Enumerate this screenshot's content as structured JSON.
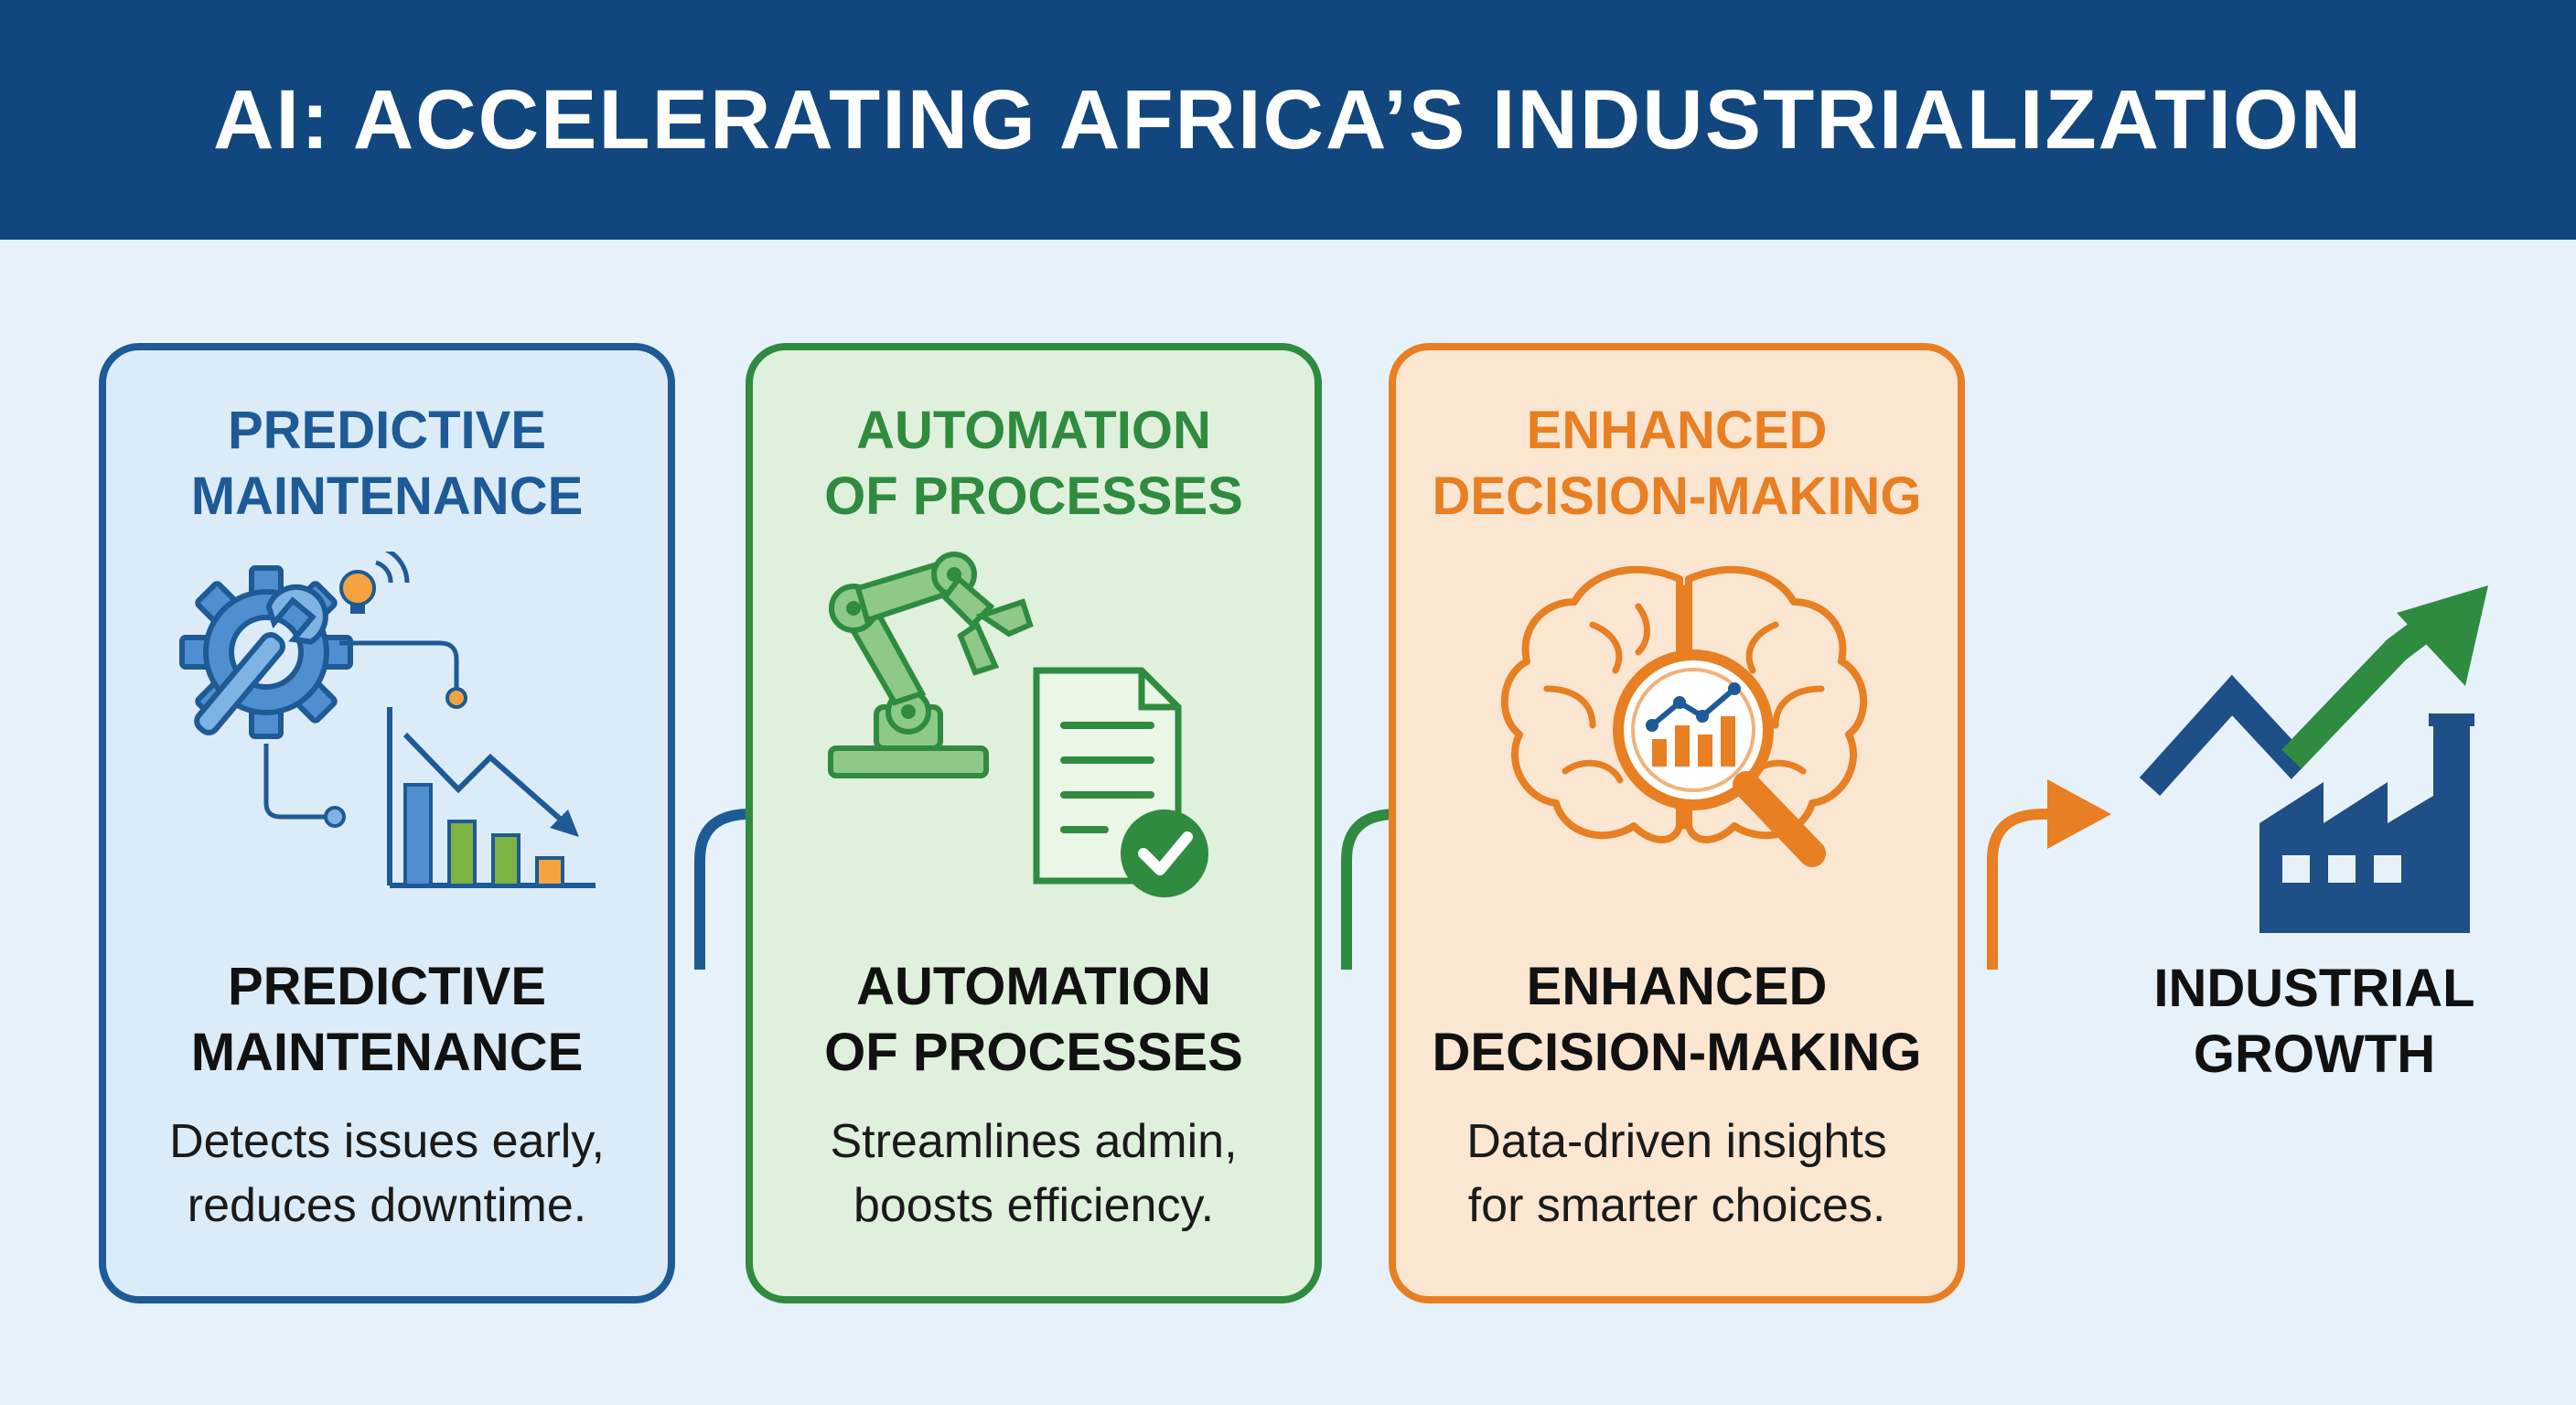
{
  "header": {
    "title": "AI: ACCELERATING AFRICA’S INDUSTRIALIZATION"
  },
  "cards": [
    {
      "title": "PREDICTIVE\nMAINTENANCE",
      "heading": "PREDICTIVE\nMAINTENANCE",
      "description": "Detects issues early,\nreduces downtime.",
      "icon": "gear-wrench-chart-icon",
      "color": "#1e5a95"
    },
    {
      "title": "AUTOMATION\nOF PROCESSES",
      "heading": "AUTOMATION\nOF PROCESSES",
      "description": "Streamlines admin,\nboosts efficiency.",
      "icon": "robot-arm-document-icon",
      "color": "#2f8b3f"
    },
    {
      "title": "ENHANCED\nDECISION-MAKING",
      "heading": "ENHANCED\nDECISION-MAKING",
      "description": "Data-driven insights\nfor smarter choices.",
      "icon": "brain-magnifier-icon",
      "color": "#e87f22"
    }
  ],
  "outcome": {
    "label": "INDUSTRIAL\nGROWTH",
    "icon": "factory-growth-arrow-icon"
  },
  "colors": {
    "banner": "#12467e",
    "background": "#e7f1f9",
    "blue": "#1e5a95",
    "green": "#2f8b3f",
    "orange": "#e87f22"
  }
}
